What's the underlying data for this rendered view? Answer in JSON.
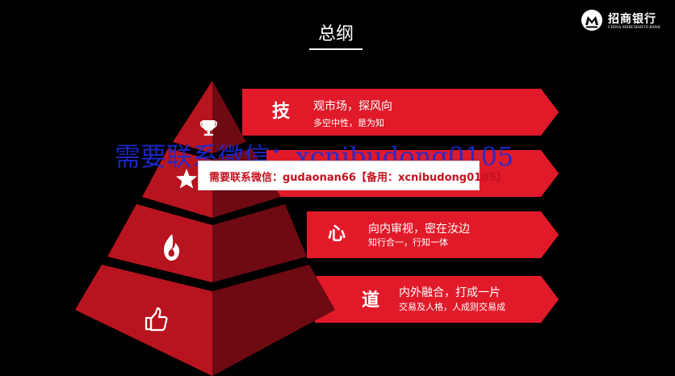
{
  "slide": {
    "title": "总纲",
    "logo": {
      "name": "招商银行",
      "english": "CHINA MERCHANTS BANK"
    }
  },
  "levels": [
    {
      "char": "技",
      "line1": "观市场，探风向",
      "line2": "多空中性，是为知",
      "icon": "trophy-icon"
    },
    {
      "char": "",
      "line1": "",
      "line2": "",
      "icon": "star-icon"
    },
    {
      "char": "心",
      "line1": "向内审视，密在汝边",
      "line2": "知行合一，行知一体",
      "icon": "flame-icon"
    },
    {
      "char": "道",
      "line1": "内外融合，打成一片",
      "line2": "交易及人格，人成则交易成",
      "icon": "thumbs-up-icon"
    }
  ],
  "watermarks": {
    "overlay_text": "需要联系微信：xcnibudong0105",
    "banner_text": "需要联系微信：gudaonan66【备用：xcnibudong0105】"
  },
  "colors": {
    "background": "#000000",
    "arrow_red": "#e11a2a",
    "pyramid_light": "#b8141f",
    "pyramid_dark": "#6e0a12",
    "watermark_blue": "#1b2bd6"
  }
}
